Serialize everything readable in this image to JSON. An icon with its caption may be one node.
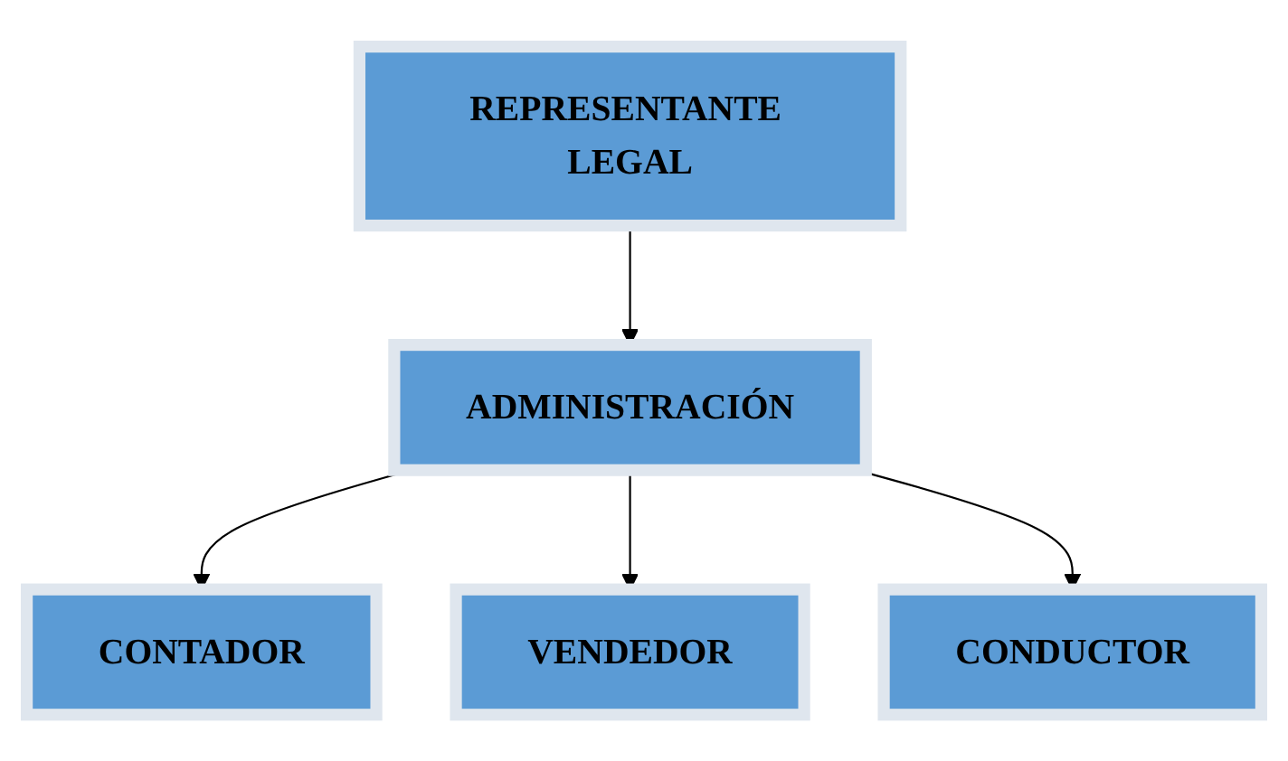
{
  "diagram": {
    "nodes": [
      {
        "text": [
          "REPRESENTANTE LEGAL"
        ]
      },
      {
        "text": [
          "ADMINISTRACIÓN"
        ]
      },
      {
        "text": [
          "CONTADOR"
        ]
      },
      {
        "text": [
          "VENDEDOR"
        ]
      },
      {
        "text": [
          "CONDUCTOR"
        ]
      }
    ],
    "edges": [
      {
        "from": 0,
        "to": 1,
        "arrow": "to"
      },
      {
        "from": 1,
        "to": 2,
        "arrow": "to"
      },
      {
        "from": 1,
        "to": 3,
        "arrow": "to"
      },
      {
        "from": 1,
        "to": 4,
        "arrow": "to"
      }
    ]
  }
}
